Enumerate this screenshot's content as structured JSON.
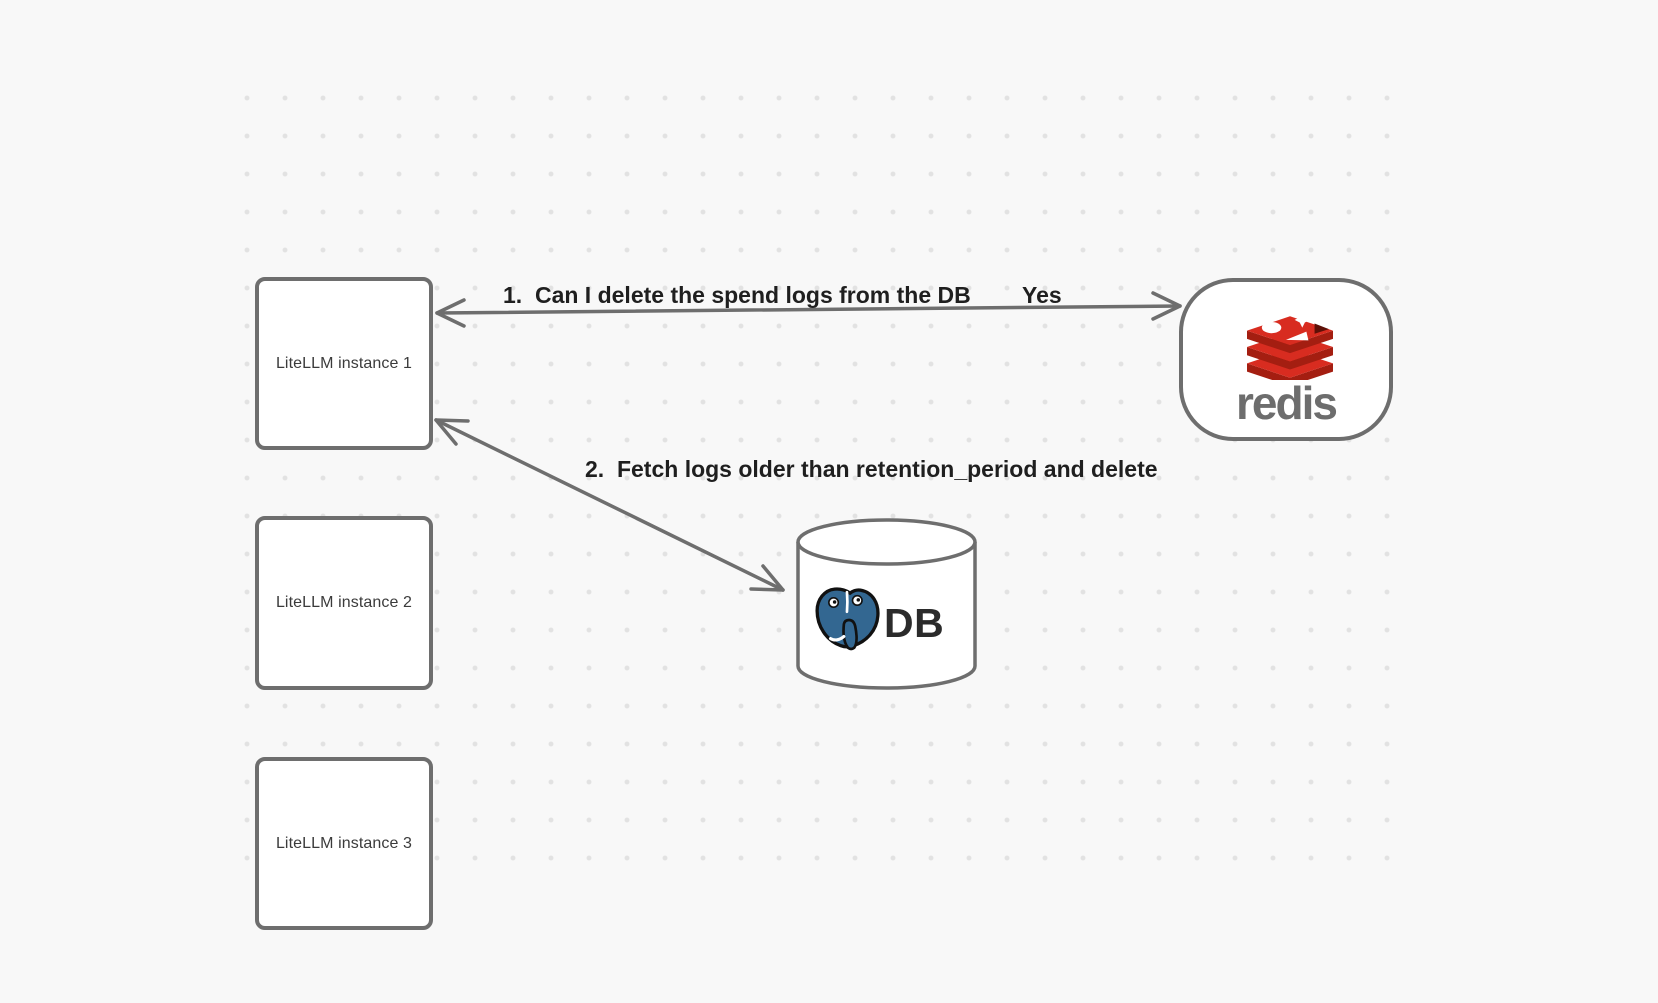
{
  "canvas": {
    "background_color": "#f8f8f8",
    "dot_color": "#e2e2e2",
    "stroke_color": "#6e6e6e",
    "label_color": "#1f1f1f"
  },
  "nodes": {
    "instance1": {
      "label": "LiteLLM instance 1"
    },
    "instance2": {
      "label": "LiteLLM instance 2"
    },
    "instance3": {
      "label": "LiteLLM instance 3"
    },
    "redis": {
      "label": "redis",
      "icon": "redis-logo",
      "brand_red": "#d82c20",
      "brand_dark_red": "#a41e11",
      "wordmark_color": "#6d6d6d"
    },
    "db": {
      "label": "DB",
      "icon": "postgresql-logo",
      "brand_blue": "#336791"
    }
  },
  "edges": {
    "edge1": {
      "label": "1.  Can I delete the spend logs from the DB",
      "response": "Yes",
      "from": "redis",
      "to": "instance1",
      "style": "double-arrow"
    },
    "edge2": {
      "label": "2.  Fetch logs older than retention_period and delete",
      "from": "instance1",
      "to": "db",
      "style": "double-arrow"
    }
  }
}
